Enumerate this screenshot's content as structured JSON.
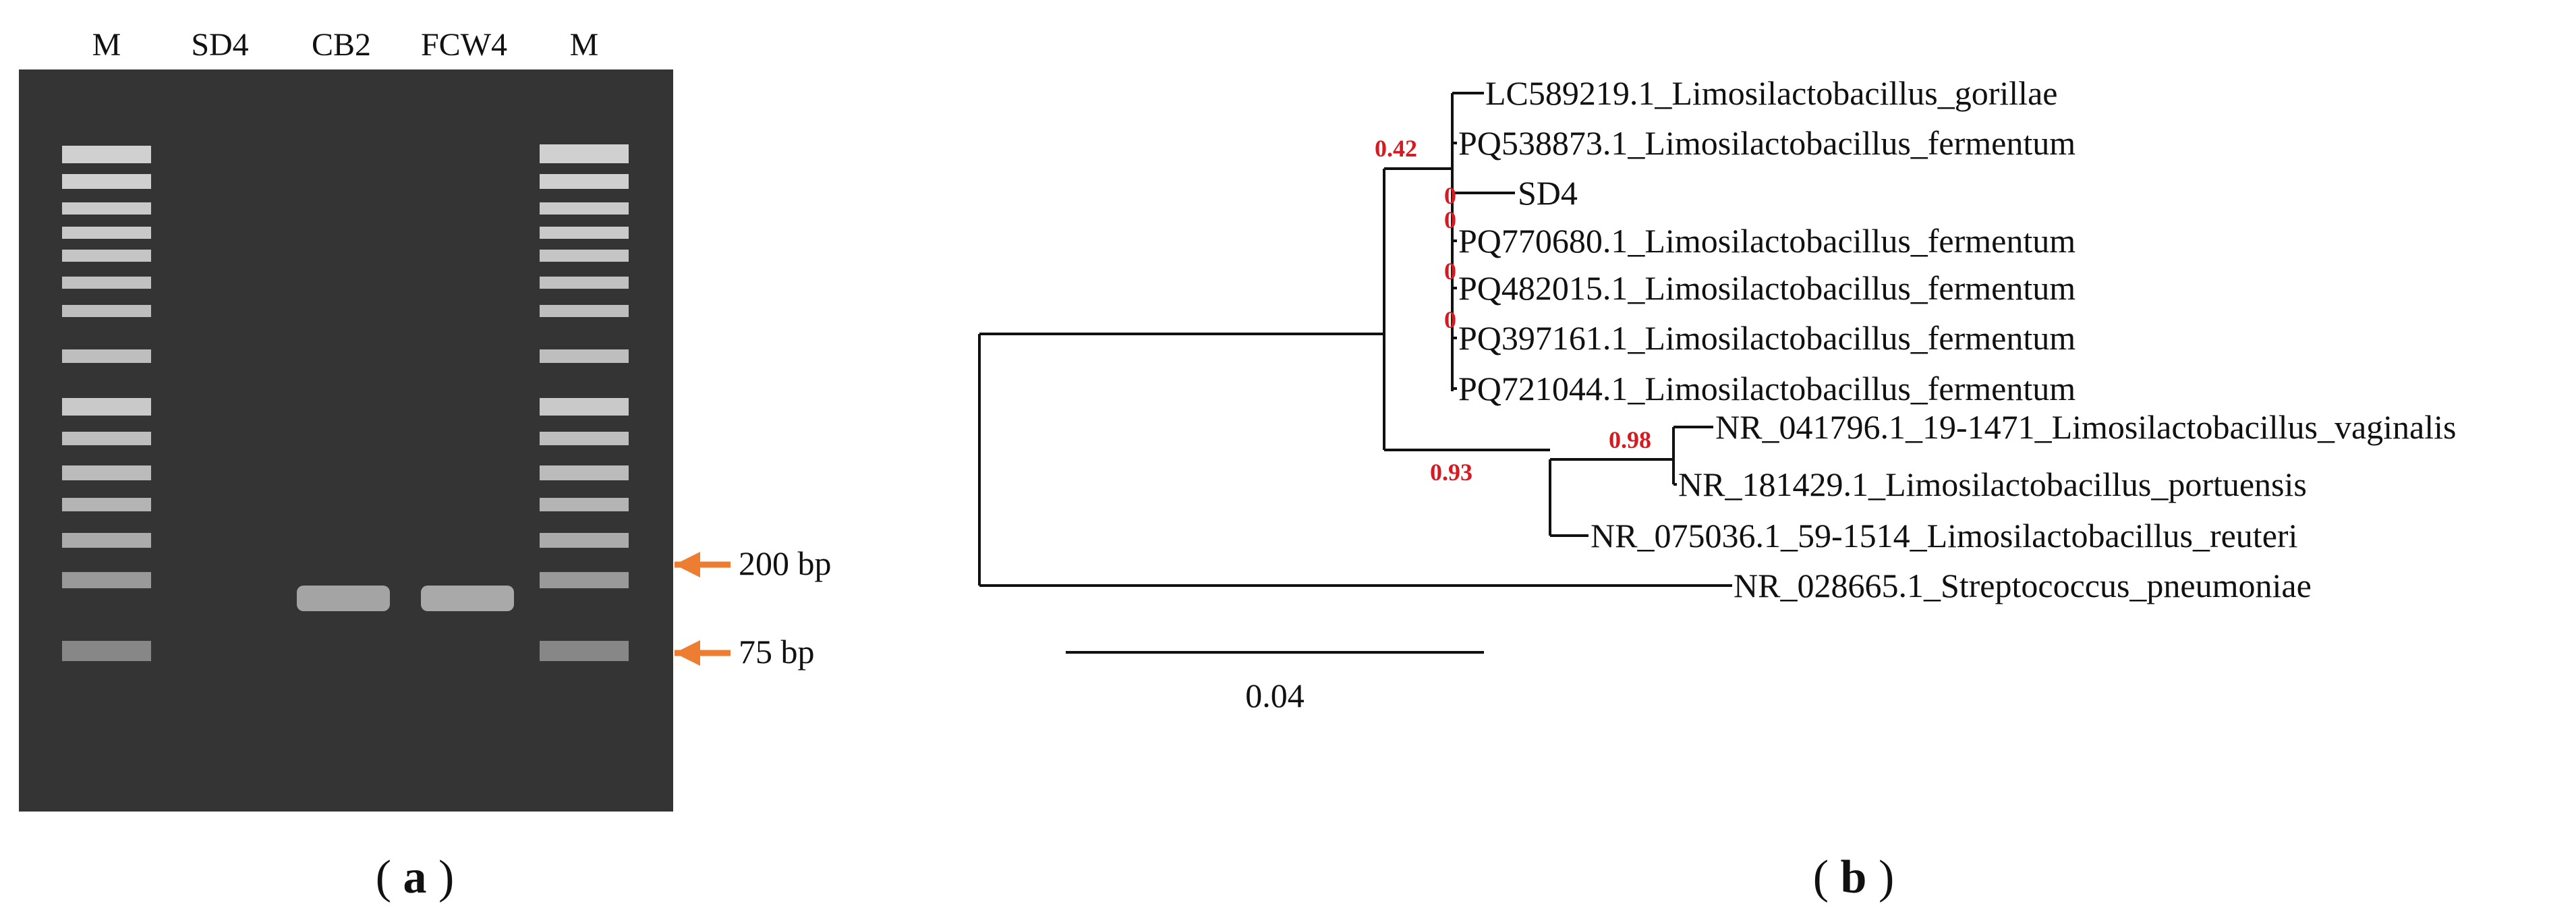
{
  "panel_a": {
    "lanes": [
      "M",
      "SD4",
      "CB2",
      "FCW4",
      "M"
    ],
    "markers": [
      "200 bp",
      "75 bp"
    ],
    "label_open": "(",
    "label_letter": "a",
    "label_close": ")",
    "colors": {
      "gel_background": "#343434",
      "ladder_band": "#d9d9d9",
      "sample_band": "#bdbdbd",
      "arrow": "#ed7d31"
    }
  },
  "panel_b": {
    "leaves": [
      "LC589219.1_Limosilactobacillus_gorillae",
      "PQ538873.1_Limosilactobacillus_fermentum",
      "SD4",
      "PQ770680.1_Limosilactobacillus_fermentum",
      "PQ482015.1_Limosilactobacillus_fermentum",
      "PQ397161.1_Limosilactobacillus_fermentum",
      "PQ721044.1_Limosilactobacillus_fermentum",
      "NR_041796.1_19-1471_Limosilactobacillus_vaginalis",
      "NR_181429.1_Limosilactobacillus_portuensis",
      "NR_075036.1_59-1514_Limosilactobacillus_reuteri",
      "NR_028665.1_Streptococcus_pneumoniae"
    ],
    "support_values": [
      "0.42",
      "0",
      "0",
      "0",
      "0",
      "0.98",
      "0.93"
    ],
    "scale_bar": "0.04",
    "label_open": "(",
    "label_letter": "b",
    "label_close": ")",
    "colors": {
      "branch": "#111111",
      "support": "#d71920"
    }
  }
}
